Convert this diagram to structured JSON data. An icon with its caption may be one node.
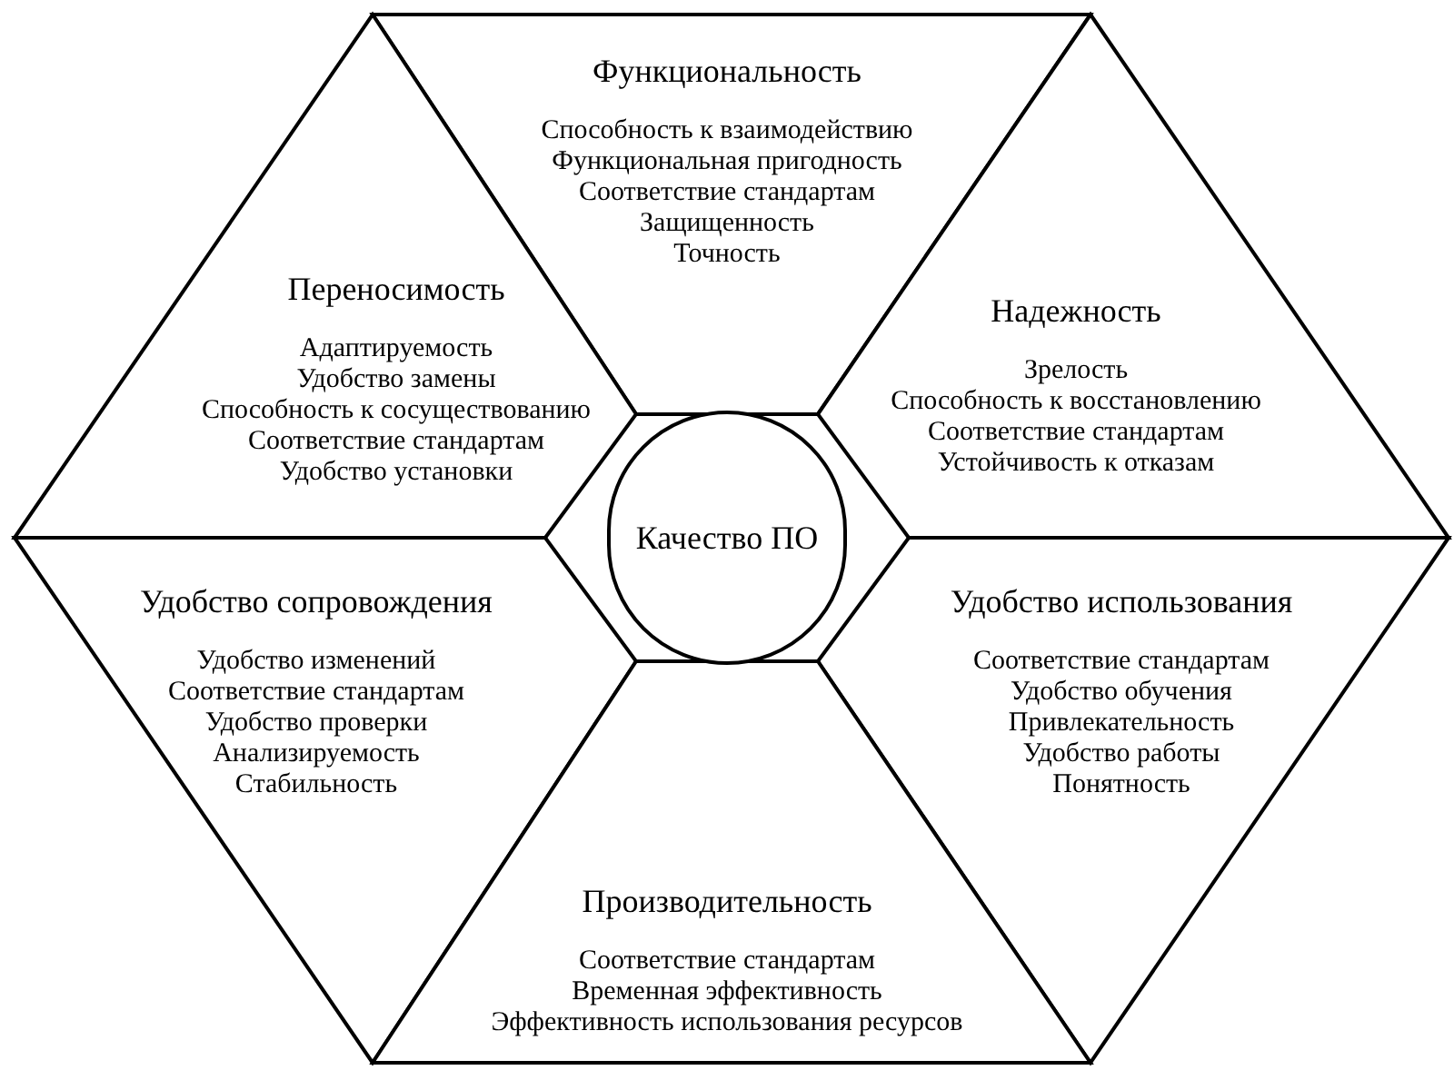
{
  "diagram": {
    "nodes": [
      {
        "text": [
          "Функциональность",
          "Способность к взаимодействию",
          "Функциональная пригодность",
          "Соответствие стандартам",
          "Защищенность",
          "Точность"
        ]
      },
      {
        "text": [
          "Переносимость",
          "Адаптируемость",
          "Удобство замены",
          "Способность к сосуществованию",
          "Соответствие стандартам",
          "Удобство установки"
        ]
      },
      {
        "text": [
          "Надежность",
          "Зрелость",
          "Способность к восстановлению",
          "Соответствие стандартам",
          "Устойчивость к отказам"
        ]
      },
      {
        "text": [
          "Качество ПО"
        ]
      },
      {
        "text": [
          "Удобство сопровождения",
          "Удобство изменений",
          "Соответствие стандартам",
          "Удобство проверки",
          "Анализируемость",
          "Стабильность"
        ]
      },
      {
        "text": [
          "Удобство использования",
          "Соответствие стандартам",
          "Удобство обучения",
          "Привлекательность",
          "Удобство работы",
          "Понятность"
        ]
      },
      {
        "text": [
          "Производительность",
          "Соответствие стандартам",
          "Временная эффективность",
          "Эффективность использования ресурсов"
        ]
      }
    ]
  }
}
